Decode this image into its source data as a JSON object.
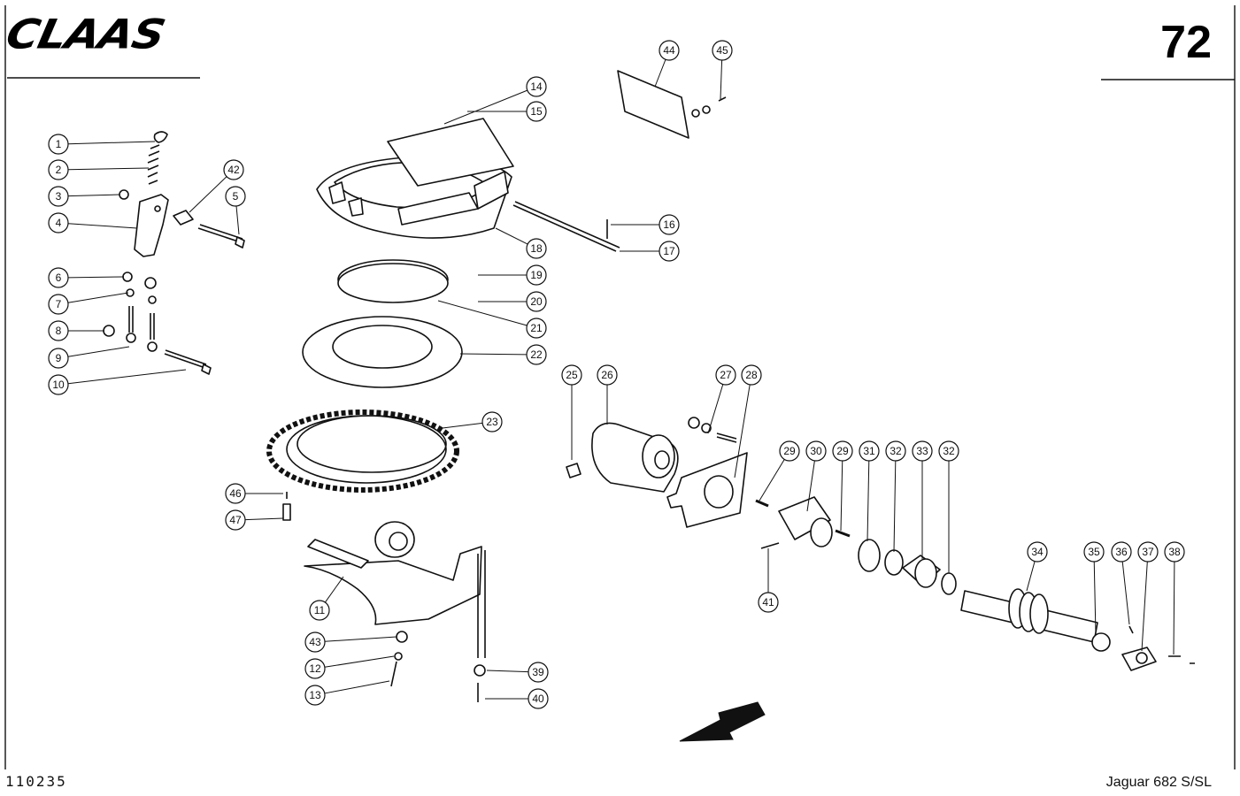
{
  "header": {
    "brand": "CLAAS",
    "page_number": "72"
  },
  "footer": {
    "drawing_number": "110235",
    "model": "Jaguar 682 S/SL"
  },
  "diagram": {
    "part_numbers": [
      "1",
      "2",
      "3",
      "4",
      "5",
      "6",
      "7",
      "8",
      "9",
      "10",
      "11",
      "12",
      "13",
      "14",
      "15",
      "16",
      "17",
      "18",
      "19",
      "20",
      "21",
      "22",
      "23",
      "25",
      "26",
      "27",
      "28",
      "29",
      "30",
      "29",
      "31",
      "32",
      "33",
      "32",
      "34",
      "35",
      "36",
      "37",
      "38",
      "39",
      "40",
      "41",
      "42",
      "43",
      "44",
      "45",
      "46",
      "47"
    ],
    "direction_arrow": "arrow-icon"
  }
}
